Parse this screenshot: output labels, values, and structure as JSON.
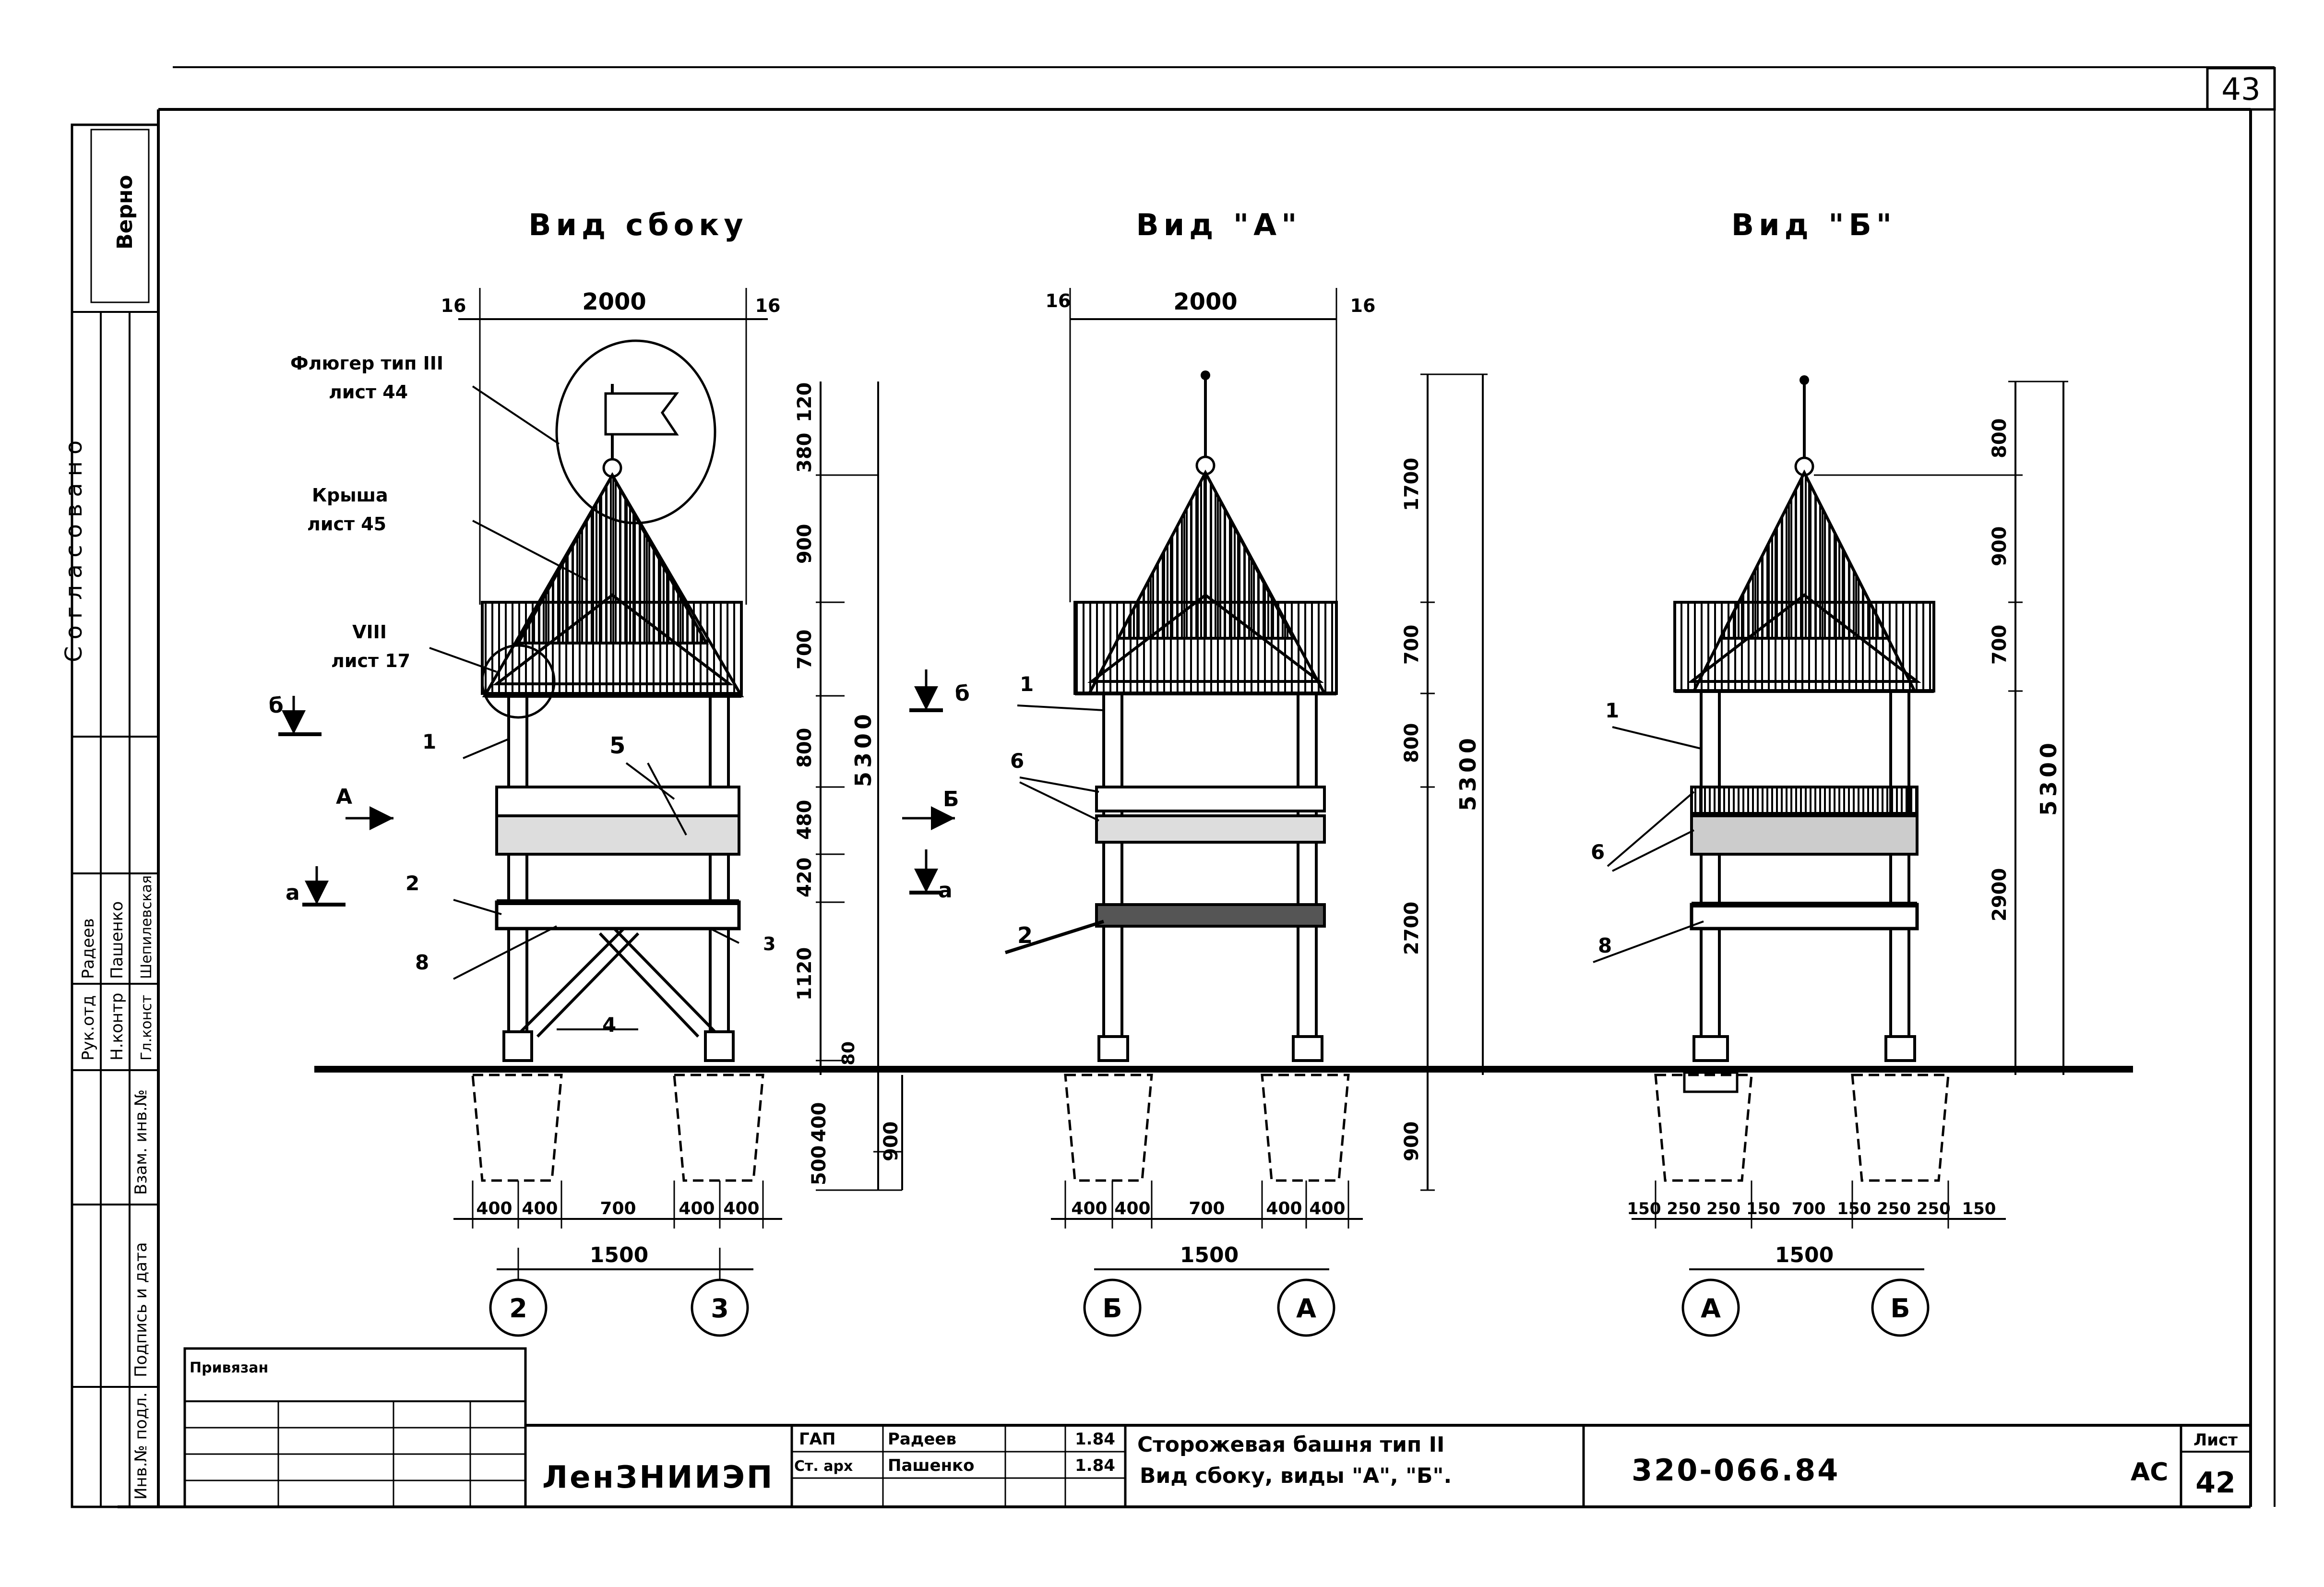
{
  "sheet_corner_number": "43",
  "views": {
    "side": {
      "title": "Вид сбоку",
      "width_dim": "2000",
      "offset_left": "16",
      "offset_right": "16",
      "callouts": {
        "vane": "Флюгер тип III",
        "vane_sheet": "лист 44",
        "roof": "Крыша",
        "roof_sheet": "лист 45",
        "node": "VIII",
        "node_sheet": "лист 17"
      },
      "markers": [
        "1",
        "5",
        "2",
        "8",
        "3",
        "4"
      ],
      "section_marks": [
        "б",
        "А",
        "а"
      ],
      "vertical_dims": [
        "120",
        "380",
        "900",
        "700",
        "800",
        "480",
        "420",
        "1120",
        "80",
        "400",
        "500"
      ],
      "total_height": "5300",
      "foundation_depth": "900",
      "bottom_dims": [
        "400",
        "400",
        "700",
        "400",
        "400"
      ],
      "axis_span": "1500",
      "axes": [
        "2",
        "3"
      ]
    },
    "a": {
      "title": "Вид \"А\"",
      "width_dim": "2000",
      "offset_left": "16",
      "offset_right": "16",
      "markers": [
        "1",
        "6",
        "2"
      ],
      "section_marks": [
        "б",
        "Б",
        "а"
      ],
      "vertical_dims": [
        "1700",
        "700",
        "800",
        "2700",
        "900"
      ],
      "total_height": "5300",
      "bottom_dims": [
        "400",
        "400",
        "700",
        "400",
        "400"
      ],
      "axis_span": "1500",
      "axes": [
        "Б",
        "А"
      ]
    },
    "b": {
      "title": "Вид \"Б\"",
      "markers": [
        "1",
        "6",
        "8"
      ],
      "vertical_dims": [
        "800",
        "900",
        "700",
        "2900"
      ],
      "total_height": "5300",
      "bottom_dims": "150 250 250 150  700  150 250 250  150",
      "axis_span": "1500",
      "axes": [
        "А",
        "Б"
      ]
    }
  },
  "left_margin": {
    "stamp": "Верно",
    "agreed": "Согласовано",
    "field_labels": [
      "Инв.№ подл.",
      "Подпись и дата",
      "Взам. инв.№"
    ],
    "signatures": [
      {
        "role": "Рук.отд",
        "name": "Радеев"
      },
      {
        "role": "Н.контр",
        "name": "Пашенко"
      },
      {
        "role": "Гл.конст",
        "name": "Шепилевская"
      }
    ]
  },
  "title_block": {
    "linked_label": "Привязан",
    "org": "ЛенЗНИИЭП",
    "roles": [
      {
        "role": "ГАП",
        "name": "Радеев",
        "date": "1.84"
      },
      {
        "role": "Ст. арх",
        "name": "Пашенко",
        "date": "1.84"
      }
    ],
    "drawing_title_1": "Сторожевая башня тип II",
    "drawing_title_2": "Вид сбоку, виды \"А\", \"Б\".",
    "code": "320-066.84",
    "stage": "АС",
    "sheet_label": "Лист",
    "sheet_number": "42"
  }
}
